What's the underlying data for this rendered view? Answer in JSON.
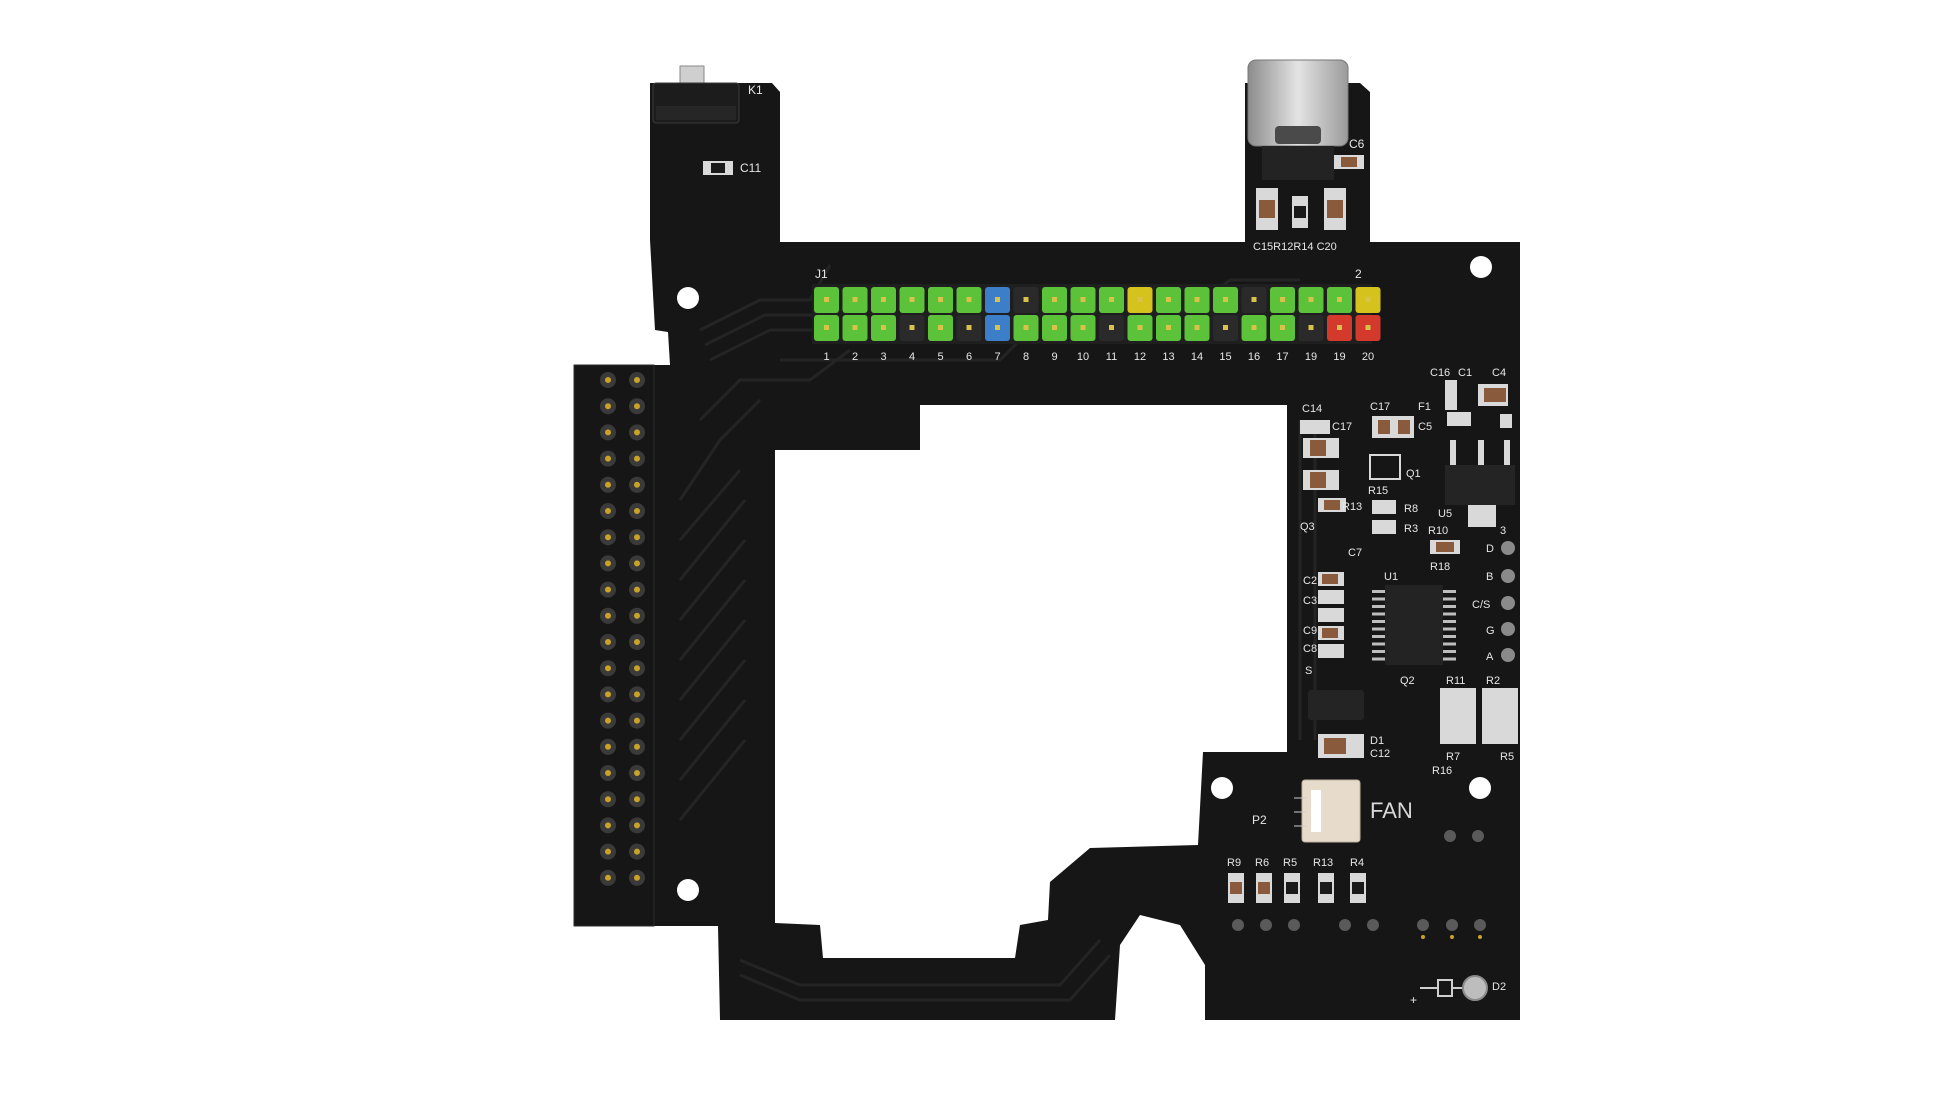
{
  "board": {
    "colors": {
      "pcb": "#161616",
      "trace": "#202020",
      "silkscreen": "#e6e6e6",
      "pin_green": "#5cc23a",
      "pin_blue": "#3d7ec9",
      "pin_yellow": "#d6c21c",
      "pin_red": "#d43a2c",
      "pin_dark": "#2a2a2a",
      "resistor_body": "#8a5a3c",
      "hole": "#ffffff"
    },
    "labels": {
      "k1": "K1",
      "c11": "C11",
      "c6": "C6",
      "usb_row": "C15R12R14 C20",
      "j1": "J1",
      "pin2": "2",
      "c16": "C16",
      "c1": "C1",
      "c4": "C4",
      "c14": "C14",
      "c17a": "C17",
      "c17b": "C17",
      "f1": "F1",
      "c5": "C5",
      "q1": "Q1",
      "r15": "R15",
      "r13a": "R13",
      "r8": "R8",
      "q3": "Q3",
      "r3": "R3",
      "u5": "U5",
      "r10": "R10",
      "three": "3",
      "c7": "C7",
      "r18": "R18",
      "d": "D",
      "u1": "U1",
      "b": "B",
      "c_s": "C/S",
      "g": "G",
      "a": "A",
      "c2": "C2",
      "c3": "C3",
      "c9": "C9",
      "c8": "C8",
      "s": "S",
      "q2": "Q2",
      "r11": "R11",
      "r2": "R2",
      "d1": "D1",
      "c12": "C12",
      "r7": "R7",
      "r5a": "R5",
      "r16": "R16",
      "p2": "P2",
      "fan": "FAN",
      "r9": "R9",
      "r6": "R6",
      "r5b": "R5",
      "r13b": "R13",
      "r4": "R4",
      "d2": "D2",
      "plus": "+"
    },
    "header_pin_numbers": [
      "1",
      "2",
      "3",
      "4",
      "5",
      "6",
      "7",
      "8",
      "9",
      "10",
      "11",
      "12",
      "13",
      "14",
      "15",
      "16",
      "17",
      "19",
      "19",
      "20"
    ],
    "header_top_colors": [
      "green",
      "green",
      "green",
      "green",
      "green",
      "green",
      "blue",
      "dark",
      "green",
      "green",
      "green",
      "yellow",
      "green",
      "green",
      "green",
      "dark",
      "green",
      "green",
      "green",
      "yellow"
    ],
    "header_bottom_colors": [
      "green",
      "green",
      "green",
      "dark",
      "green",
      "dark",
      "blue",
      "green",
      "green",
      "green",
      "dark",
      "green",
      "green",
      "green",
      "dark",
      "green",
      "green",
      "dark",
      "red",
      "red"
    ]
  }
}
